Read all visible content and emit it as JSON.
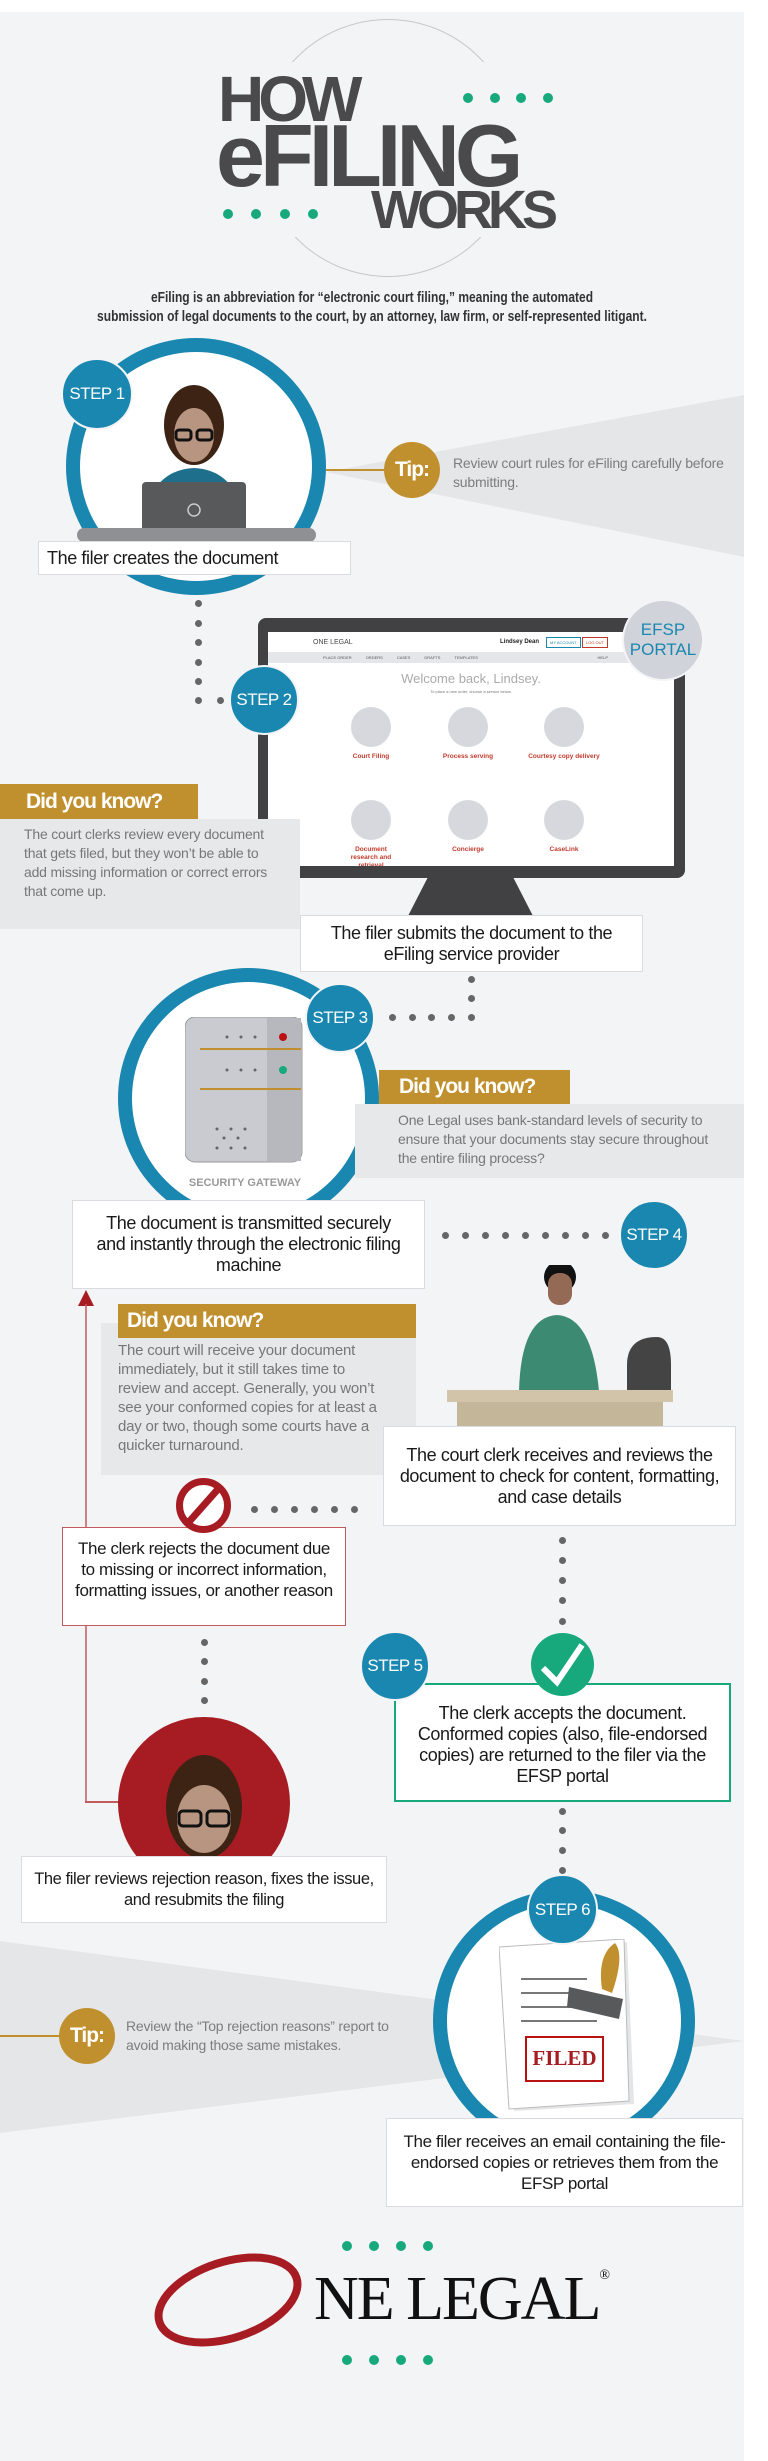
{
  "title": {
    "line1": "HOW",
    "line2": "eFILING",
    "line3": "WORKS"
  },
  "intro": {
    "line1": "eFiling is an abbreviation for “electronic court filing,” meaning the automated",
    "line2": "submission of legal documents to the court, by an attorney, law firm, or self-represented litigant."
  },
  "steps": {
    "s1": "STEP 1",
    "s2": "STEP 2",
    "s3": "STEP 3",
    "s4": "STEP 4",
    "s5": "STEP 5",
    "s6": "STEP 6"
  },
  "captions": {
    "c1": "The filer creates the document",
    "c2": "The filer submits the document to the eFiling service provider",
    "c3": "The document is transmitted securely and instantly through the electronic filing machine",
    "c4": "The court clerk receives and reviews the document to check for content, formatting, and case details",
    "reject": "The clerk rejects the document due to missing or incorrect information, formatting issues, or another reason",
    "resubmit": "The filer reviews rejection reason, fixes the issue, and resubmits the filing",
    "accept": "The clerk accepts the document. Conformed copies (also, file-endorsed copies) are returned to the filer via the EFSP portal",
    "c6": "The filer receives an email containing the file-endorsed copies or retrieves them from the EFSP portal"
  },
  "tips": {
    "label": "Tip:",
    "t1": "Review court rules for eFiling carefully before submitting.",
    "t2": "Review the “Top rejection reasons” report to avoid making those same mistakes."
  },
  "did_you_know": {
    "heading": "Did you know?",
    "d1": "The court clerks review every document that gets filed, but they won’t be able to add missing information or correct errors that come up.",
    "d2": "One Legal uses bank-standard levels of security to ensure that your documents stay secure throughout the entire filing process?",
    "d3": "The court will receive your document immediately, but it still takes time to review and accept. Generally, you won’t see your conformed copies for at least a day or two, though some courts have a quicker turnaround."
  },
  "efsp": {
    "line1": "EFSP",
    "line2": "PORTAL"
  },
  "portal": {
    "logo": "ONE LEGAL",
    "user": "Lindsey Dean",
    "my_account": "MY ACCOUNT",
    "logout": "LOG OUT",
    "nav": [
      "PLACE ORDER",
      "ORDERS",
      "CASES",
      "DRAFTS",
      "TEMPLATES"
    ],
    "help": "HELP",
    "welcome": "Welcome back, Lindsey.",
    "subtitle": "To place a new order, choose a service below.",
    "services": [
      "Court Filing",
      "Process serving",
      "Courtesy copy delivery",
      "Document research and retrieval",
      "Concierge",
      "CaseLink"
    ]
  },
  "security_gateway": "SECURITY GATEWAY",
  "filed_stamp": "FILED",
  "logo": {
    "text": "NE LEGAL",
    "mark": "®"
  },
  "colors": {
    "blue": "#1a87b0",
    "gold": "#c1902e",
    "green": "#17a97c",
    "red": "#a61c22",
    "background": "#f3f4f6"
  }
}
